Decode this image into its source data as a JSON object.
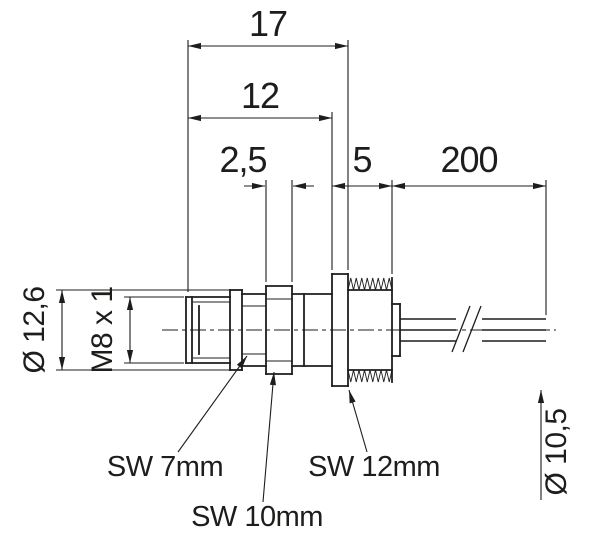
{
  "drawing": {
    "background_color": "#ffffff",
    "line_color": "#1d1d1b",
    "dimensions": {
      "total": "17",
      "body": "12",
      "small": "2,5",
      "flange": "5",
      "cable": "200",
      "dia_front": "Ø 12,6",
      "thread": "M8 x 1",
      "dia_rear": "Ø 10,5"
    },
    "wrench": {
      "sw7": "SW 7mm",
      "sw10": "SW 10mm",
      "sw12": "SW 12mm"
    }
  }
}
